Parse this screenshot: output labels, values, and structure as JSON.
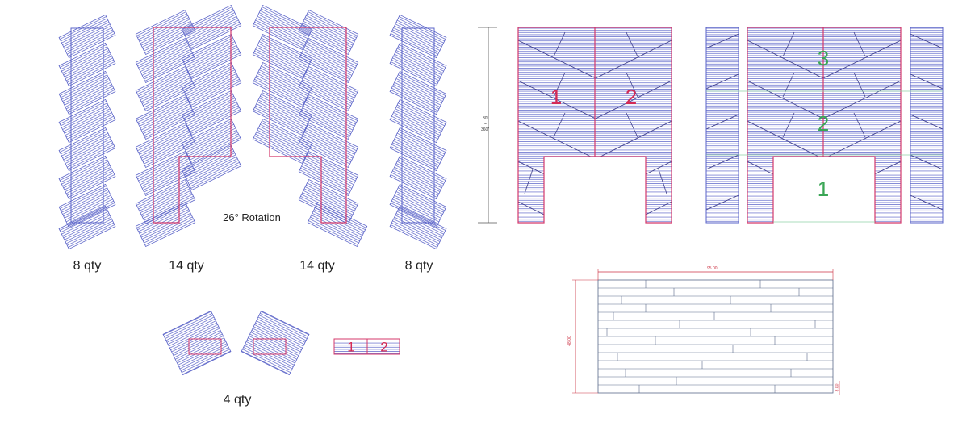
{
  "labels": {
    "qty_8_left": "8 qty",
    "qty_14_left": "14 qty",
    "qty_14_right": "14 qty",
    "qty_8_right": "8 qty",
    "qty_4": "4 qty",
    "rotation": "26° Rotation"
  },
  "numbers": {
    "wall_left": "1",
    "wall_right": "2",
    "elev_top": "3",
    "elev_mid": "2",
    "elev_opening": "1",
    "piece_left": "1",
    "piece_right": "2"
  },
  "dimensions": {
    "height_line_1": "30'",
    "height_line_2": "=",
    "height_line_3": "360\"",
    "plank_width": "95.00",
    "plank_height": "48.00",
    "plank_row": "3.00"
  },
  "colors": {
    "hatch_blue": "#5a63c8",
    "outline_red": "#d4386b",
    "number_red": "#d42a55",
    "number_green": "#3aa655",
    "dimension_red": "#cc3344",
    "plank_line": "#5a6a8a"
  }
}
